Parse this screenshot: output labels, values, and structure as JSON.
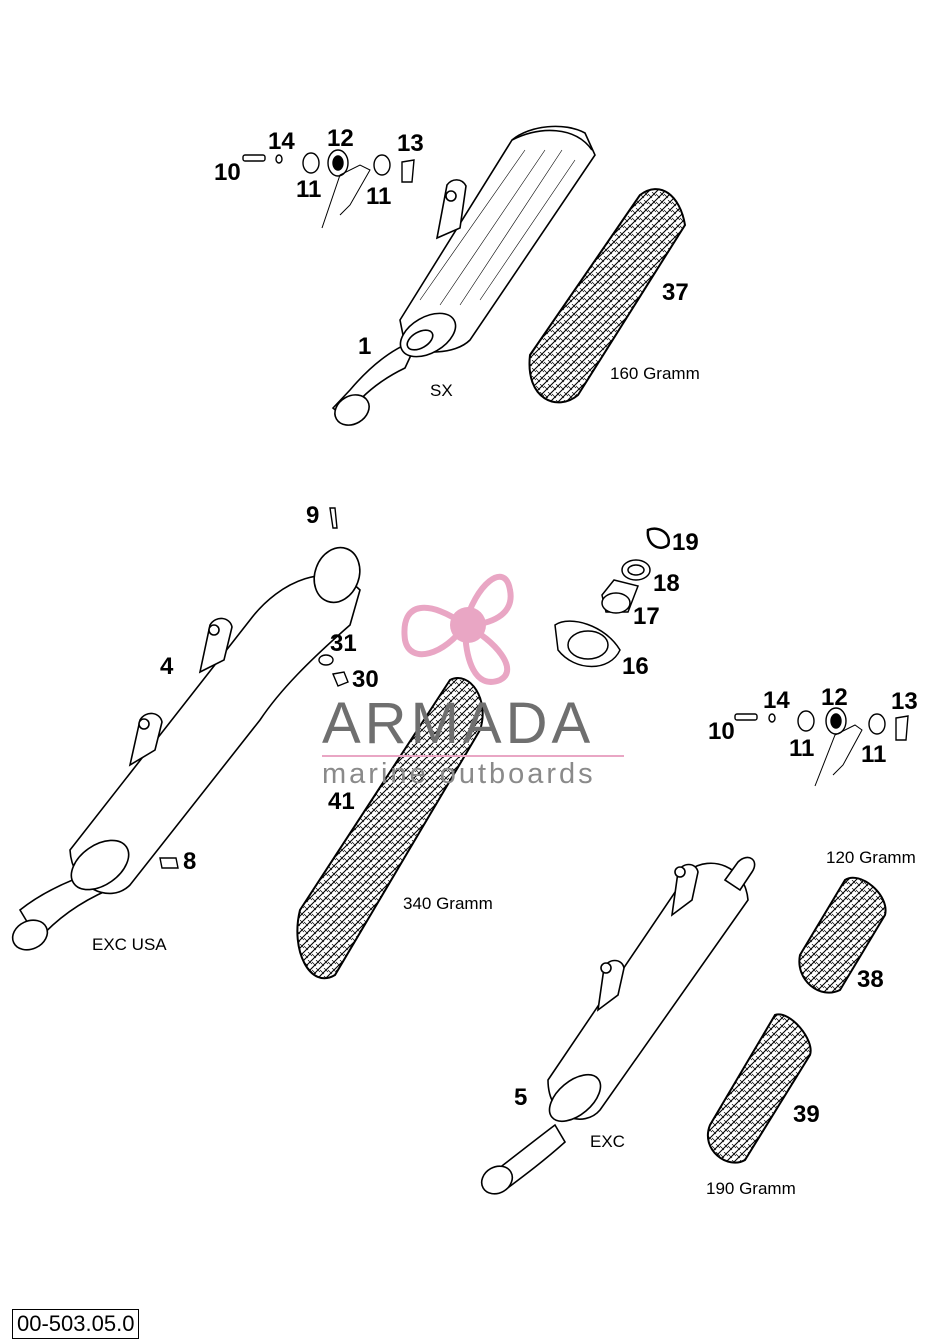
{
  "watermark": {
    "title": "ARMADA",
    "subtitle": "marine outboards",
    "logo_color": "#e9a6c4",
    "title_color": "#6f6f6f"
  },
  "diagram_code": "00-503.05.0",
  "variant_labels": {
    "sx": "SX",
    "exc_usa": "EXC USA",
    "exc": "EXC"
  },
  "weight_labels": {
    "w160": "160 Gramm",
    "w340": "340 Gramm",
    "w120": "120 Gramm",
    "w190": "190 Gramm"
  },
  "callouts": {
    "top_10": "10",
    "top_14": "14",
    "top_12": "12",
    "top_13": "13",
    "top_11a": "11",
    "top_11b": "11",
    "p1": "1",
    "p37": "37",
    "p9": "9",
    "p4": "4",
    "p31": "31",
    "p30": "30",
    "p41": "41",
    "p8": "8",
    "p19": "19",
    "p18": "18",
    "p17": "17",
    "p16": "16",
    "r_10": "10",
    "r_14": "14",
    "r_12": "12",
    "r_13": "13",
    "r_11a": "11",
    "r_11b": "11",
    "p38": "38",
    "p39": "39",
    "p5": "5"
  }
}
